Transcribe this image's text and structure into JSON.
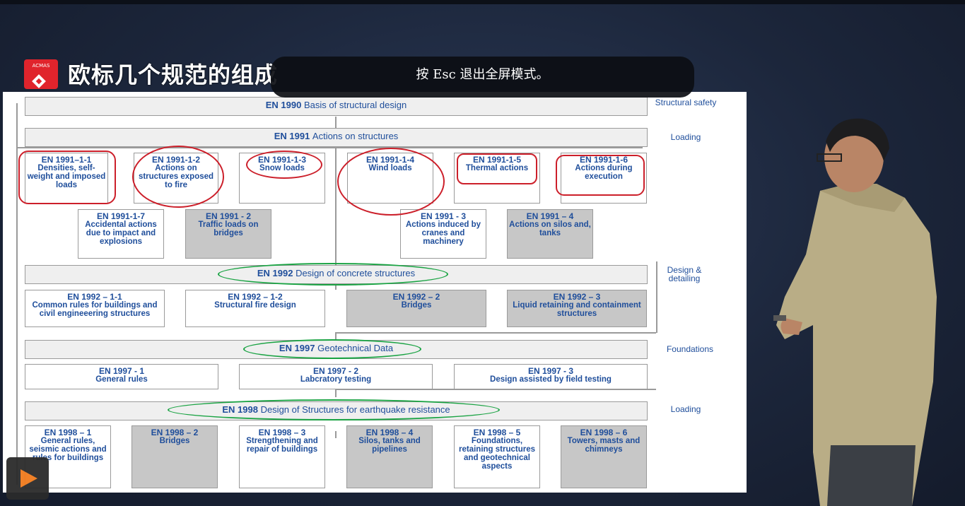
{
  "slide": {
    "title": "欧标几个规范的组成",
    "logo_text": "ACMAS"
  },
  "fullscreen_notice": "按 Esc 退出全屏模式。",
  "categories": {
    "structural_safety": "Structural safety",
    "loading": "Loading",
    "design_detailing": "Design & detailing",
    "foundations": "Foundations",
    "loading2": "Loading"
  },
  "en1990": {
    "code": "EN 1990",
    "text": "Basis of structural design"
  },
  "en1991": {
    "code": "EN 1991",
    "text": "Actions on structures"
  },
  "en1991_parts": [
    {
      "code": "EN 1991–1-1",
      "text": "Densities, self-weight and imposed loads"
    },
    {
      "code": "EN 1991-1-2",
      "text": "Actions on structures exposed to fire"
    },
    {
      "code": "EN 1991-1-3",
      "text": "Snow loads"
    },
    {
      "code": "EN 1991-1-4",
      "text": "Wind loads"
    },
    {
      "code": "EN 1991-1-5",
      "text": "Thermal actions"
    },
    {
      "code": "EN 1991-1-6",
      "text": "Actions during execution"
    },
    {
      "code": "EN 1991-1-7",
      "text": "Accidental actions due to impact and explosions"
    },
    {
      "code": "EN 1991 - 2",
      "text": "Traffic loads on bridges"
    },
    {
      "code": "EN 1991 - 3",
      "text": "Actions induced by cranes and machinery"
    },
    {
      "code": "EN 1991 – 4",
      "text": "Actions on silos and, tanks"
    }
  ],
  "en1992": {
    "code": "EN 1992",
    "text": "Design of concrete structures"
  },
  "en1992_parts": [
    {
      "code": "EN 1992 – 1-1",
      "text": "Common rules for buildings and civil engineeering structures"
    },
    {
      "code": "EN 1992 – 1-2",
      "text": "Structural fire design"
    },
    {
      "code": "EN 1992 – 2",
      "text": "Bridges"
    },
    {
      "code": "EN 1992 – 3",
      "text": "Liquid retaining and containment structures"
    }
  ],
  "en1997": {
    "code": "EN 1997",
    "text": "Geotechnical Data"
  },
  "en1997_parts": [
    {
      "code": "EN 1997 - 1",
      "text": "General rules"
    },
    {
      "code": "EN 1997 - 2",
      "text": "Labcratory testing"
    },
    {
      "code": "EN 1997 - 3",
      "text": "Design assisted by field testing"
    }
  ],
  "en1998": {
    "code": "EN 1998",
    "text": "Design of Structures for earthquake resistance"
  },
  "en1998_parts": [
    {
      "code": "EN 1998 – 1",
      "text": "General rules, seismic actions and rules for buildings"
    },
    {
      "code": "EN 1998 – 2",
      "text": "Bridges"
    },
    {
      "code": "EN 1998 – 3",
      "text": "Strengthening and repair of buildings"
    },
    {
      "code": "EN 1998 – 4",
      "text": "Silos, tanks and pipelines"
    },
    {
      "code": "EN 1998 – 5",
      "text": "Foundations, retaining structures and geotechnical aspects"
    },
    {
      "code": "EN 1998 – 6",
      "text": "Towers, masts and chimneys"
    }
  ],
  "colors": {
    "accent_red": "#cc1f2a",
    "accent_green": "#1aa343",
    "text_blue": "#1f4e9b",
    "logo_red": "#e0242c",
    "play_orange": "#f07b1d"
  },
  "icons": {
    "play": "play-icon",
    "logo": "logo-icon"
  }
}
